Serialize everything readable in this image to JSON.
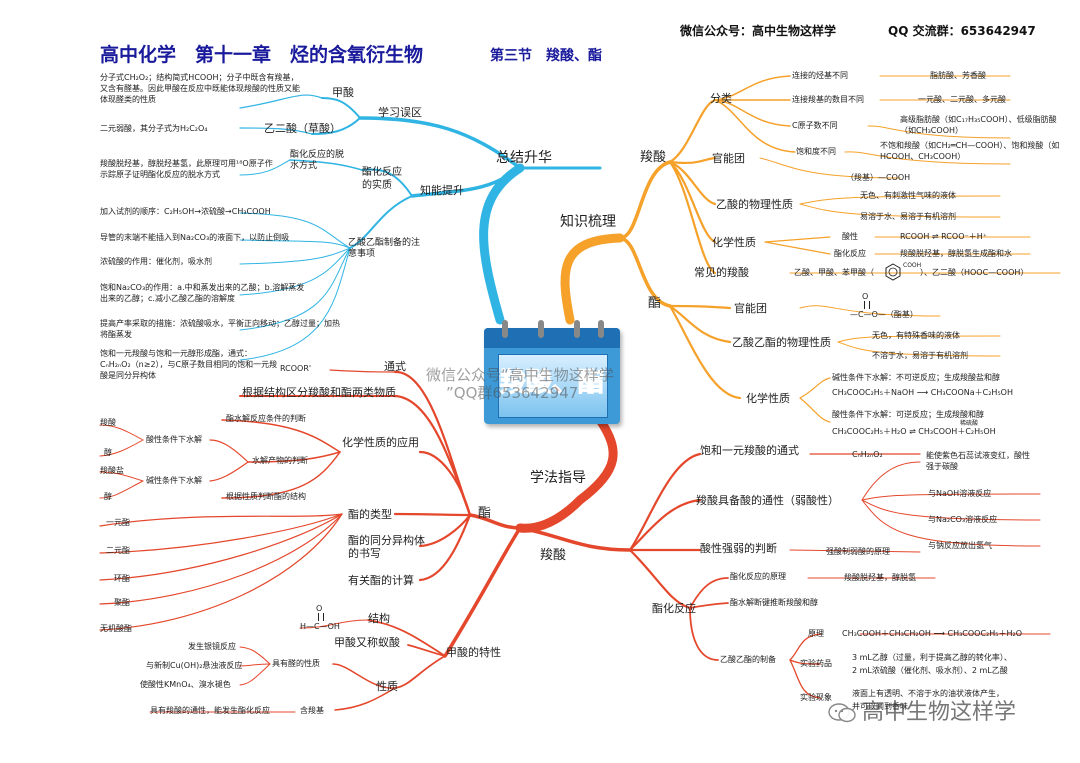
{
  "header": {
    "wechat": "微信公众号：高中生物这样学",
    "qq": "QQ 交流群：653642947",
    "title": "高中化学　第十一章　烃的含氧衍生物",
    "section": "第三节　羧酸、酯"
  },
  "center": {
    "label": "羧酸、酯",
    "watermark_a": "微信公众号“高中生物这样学",
    "watermark_b": "”QQ群653642947"
  },
  "footer_watermark": "高中生物这样学",
  "colors": {
    "blue": "#2fb4e3",
    "orange": "#f5a12a",
    "red": "#e4472b",
    "title": "#1a1a9c"
  },
  "branches": {
    "summary": {
      "label": "总结升华",
      "learning_errors": {
        "label": "学习误区",
        "formic": {
          "label": "甲酸",
          "note": "分子式CH₂O₂；结构简式HCOOH；分子中既含有羧基，又含有醛基。因此甲酸在反应中既能体现羧酸的性质又能体现醛类的性质"
        },
        "oxalic": {
          "label": "乙二酸（草酸）",
          "note": "二元弱酸，其分子式为H₂C₂O₄"
        }
      },
      "ability": {
        "label": "知能提升",
        "esterification_essence": {
          "label": "酯化反应的实质",
          "mode": {
            "label": "酯化反应的脱水方式",
            "note": "羧酸脱羟基，醇脱羟基氢，此原理可用¹⁸O原子作示踪原子证明酯化反应的脱水方式"
          }
        },
        "ethyl_acetate_prep": {
          "label": "乙酸乙酯制备的注意事项",
          "notes": [
            "加入试剂的顺序：C₂H₅OH→浓硫酸→CH₃COOH",
            "导管的末端不能插入到Na₂CO₃的液面下，以防止倒吸",
            "浓硫酸的作用：催化剂，吸水剂",
            "饱和Na₂CO₃的作用：a.中和蒸发出来的乙酸；b.溶解蒸发出来的乙醇；c.减小乙酸乙酯的溶解度",
            "提高产率采取的措施：浓硫酸吸水，平衡正向移动；乙醇过量；加热将酯蒸发",
            "饱和一元羧酸与饱和一元醇形成酯，通式：CₙH₂ₙO₂（n≥2），与C原子数目相同的饱和一元羧酸是同分异构体"
          ]
        }
      }
    },
    "knowledge": {
      "label": "知识梳理",
      "acid": {
        "label": "羧酸",
        "classification": {
          "label": "分类",
          "items": [
            {
              "label": "连接的烃基不同",
              "value": "脂肪酸、芳香酸"
            },
            {
              "label": "连接羧基的数目不同",
              "value": "一元酸、二元酸、多元酸"
            },
            {
              "label": "C原子数不同",
              "value": "高级脂肪酸（如C₁₇H₃₅COOH）、低级脂肪酸（如CH₃COOH）"
            },
            {
              "label": "饱和度不同",
              "value": "不饱和羧酸（如CH₂═CH—COOH）、饱和羧酸（如HCOOH、CH₃COOH）"
            }
          ]
        },
        "functional_group": {
          "label": "官能团",
          "value": "（羧基）—COOH"
        },
        "physical": {
          "label": "乙酸的物理性质",
          "items": [
            "无色、有刺激性气味的液体",
            "易溶于水、易溶于有机溶剂"
          ]
        },
        "chemical": {
          "label": "化学性质",
          "items": [
            {
              "label": "酸性",
              "value": "RCOOH ⇌ RCOO⁻＋H⁺"
            },
            {
              "label": "酯化反应",
              "value": "羧酸脱羟基，醇脱氢生成酯和水"
            }
          ]
        },
        "common": {
          "label": "常见的羧酸",
          "value_a": "乙酸、甲酸、苯甲酸（",
          "cooh": "COOH",
          "value_b": "）、乙二酸（HOOC—COOH）"
        }
      },
      "ester": {
        "label": "酯",
        "functional_group": {
          "label": "官能团",
          "o": "O",
          "value": "—C—O—（酯基）"
        },
        "physical": {
          "label": "乙酸乙酯的物理性质",
          "items": [
            "无色，有特殊香味的液体",
            "不溶于水，易溶于有机溶剂"
          ]
        },
        "chemical": {
          "label": "化学性质",
          "alkaline": {
            "label": "碱性条件下水解：不可逆反应；生成羧酸盐和醇",
            "eq": "CH₃COOC₂H₅＋NaOH ⟶ CH₃COONa＋C₂H₅OH"
          },
          "acidic": {
            "label": "酸性条件下水解：可逆反应；生成羧酸和醇",
            "eq": "CH₃COOC₂H₅＋H₂O ⇌ CH₃COOH＋C₂H₅OH",
            "cond": "稀硫酸"
          }
        }
      }
    },
    "methods": {
      "label": "学法指导",
      "ester": {
        "label": "酯",
        "general": {
          "label": "通式",
          "value": "RCOOR'"
        },
        "distinguish": {
          "label": "根据结构区分羧酸和酯两类物质"
        },
        "application": {
          "label": "化学性质的应用",
          "condition": {
            "label": "酯水解反应条件的判断"
          },
          "products": {
            "label": "水解产物的判断",
            "acidic": {
              "label": "酸性条件下水解",
              "products": [
                "羧酸",
                "醇"
              ]
            },
            "alkaline": {
              "label": "碱性条件下水解",
              "products": [
                "羧酸盐",
                "醇"
              ]
            }
          },
          "structure": {
            "label": "根据性质判断酯的结构"
          }
        },
        "types": {
          "label": "酯的类型",
          "items": [
            "一元酯",
            "二元酯",
            "环酯",
            "聚酯",
            "无机酸酯"
          ]
        },
        "isomers": {
          "label": "酯的同分异构体的书写"
        },
        "calc": {
          "label": "有关酯的计算"
        }
      },
      "formic": {
        "label": "甲酸的特性",
        "structure": {
          "label": "结构",
          "o": "O",
          "value": "H—C—OH"
        },
        "name": {
          "label": "甲酸又称蚁酸"
        },
        "property": {
          "label": "性质",
          "aldehyde": {
            "label": "具有醛的性质",
            "items": [
              "发生银镜反应",
              "与新制Cu(OH)₂悬浊液反应",
              "使酸性KMnO₄、溴水褪色"
            ]
          },
          "carboxyl": {
            "label": "含羧基",
            "value": "具有羧酸的通性，能发生酯化反应"
          }
        }
      },
      "acid": {
        "label": "羧酸",
        "general": {
          "label": "饱和一元羧酸的通式",
          "value": "CₙH₂ₙO₂"
        },
        "generality": {
          "label": "羧酸具备酸的通性（弱酸性）",
          "items": [
            "能使紫色石蕊试液变红，酸性强于碳酸",
            "与NaOH溶液反应",
            "与Na₂CO₃溶液反应",
            "与钠反应放出氢气"
          ]
        },
        "strength": {
          "label": "酸性强弱的判断",
          "value": "强酸制弱酸的原理"
        },
        "esterification": {
          "label": "酯化反应",
          "principle": {
            "label": "酯化反应的原理",
            "value": "羧酸脱羟基，醇脱氢"
          },
          "hydrolysis": {
            "label": "酯水解断键推断羧酸和醇"
          },
          "prep": {
            "label": "乙酸乙酯的制备",
            "principle": {
              "label": "原理",
              "value": "CH₃COOH＋CH₃CH₂OH ⟶ CH₃COOC₂H₅＋H₂O"
            },
            "reagents": {
              "label": "实验药品",
              "value_a": "3 mL乙醇（过量，利于提高乙醇的转化率）、",
              "value_b": "2 mL浓硫酸（催化剂、吸水剂）、2 mL乙酸"
            },
            "phenomenon": {
              "label": "实验现象",
              "value_a": "液面上有透明、不溶于水的油状液体产生，",
              "value_b": "并可以闻到香味"
            }
          }
        }
      }
    }
  }
}
